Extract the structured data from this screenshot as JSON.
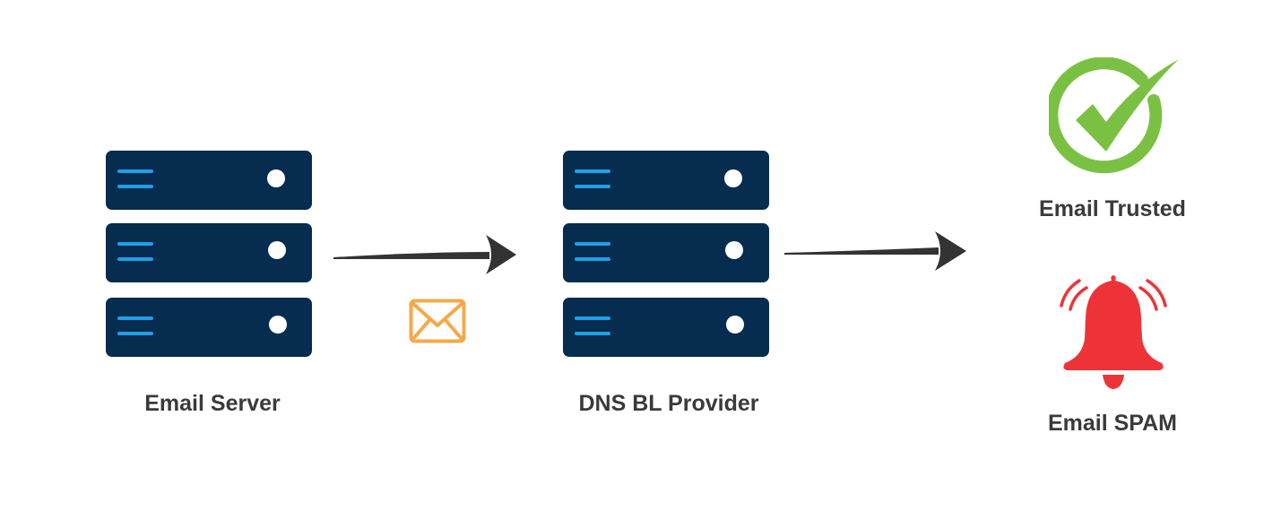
{
  "nodes": {
    "email_server": {
      "label": "Email Server"
    },
    "dnsbl_provider": {
      "label": "DNS BL Provider"
    },
    "trusted": {
      "label": "Email Trusted",
      "icon": "check-circle-icon"
    },
    "spam": {
      "label": "Email SPAM",
      "icon": "alarm-bell-icon"
    }
  },
  "message_icon": "envelope-icon",
  "colors": {
    "server_body": "#062c4f",
    "server_lines": "#1fa0e6",
    "server_led": "#ffffff",
    "arrow": "#333333",
    "envelope": "#f4a949",
    "trusted": "#7ac143",
    "spam": "#ee3338",
    "label_text": "#3a3a3a"
  }
}
